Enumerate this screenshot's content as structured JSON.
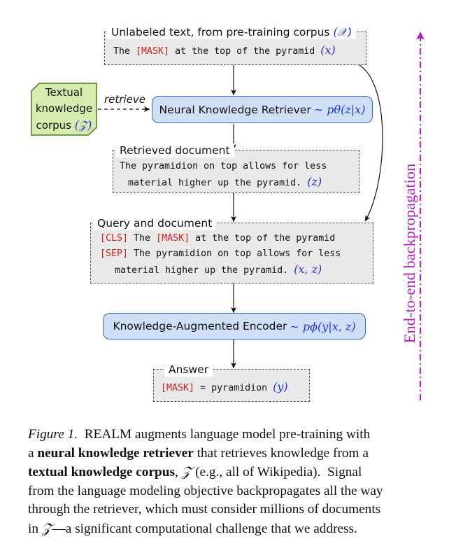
{
  "unlabeled": {
    "title": "Unlabeled text, from pre-training corpus",
    "title_var": "(𝒳)",
    "mask": "[MASK]",
    "pre": "The ",
    "post": " at the top of the pyramid ",
    "var": "(x)"
  },
  "corpus": {
    "line1": "Textual",
    "line2": "knowledge",
    "line3": "corpus",
    "var": "(𝒵)"
  },
  "retrieve_label": "retrieve",
  "retriever": {
    "label": "Neural Knowledge Retriever",
    "formula": "∼ pθ(z|x)"
  },
  "retrieved": {
    "title": "Retrieved document",
    "line1": "The pyramidion on top allows for less",
    "line2": "material higher up the pyramid. ",
    "var": "(z)"
  },
  "query": {
    "title": "Query and document",
    "cls": "[CLS]",
    "l1_a": " The ",
    "mask": "[MASK]",
    "l1_b": " at the top of the pyramid",
    "sep": "[SEP]",
    "l2": " The pyramidion on top allows for less",
    "l3": "material higher up the pyramid. ",
    "var": "(x, z)"
  },
  "encoder": {
    "label": "Knowledge-Augmented Encoder",
    "formula": "∼ pϕ(y|x, z)"
  },
  "answer": {
    "title": "Answer",
    "mask": "[MASK]",
    "eq": " = pyramidion ",
    "var": "(y)"
  },
  "backprop_label": "End-to-end backpropagation",
  "caption": {
    "fig_label": "Figure 1.",
    "l1_rest": "  REALM augments language model pre-training with",
    "l2_a": "a ",
    "l2_b": "neural knowledge retriever",
    "l2_c": " that retrieves knowledge from a",
    "l3_a": "textual knowledge corpus",
    "l3_b": ", ",
    "l3_z": "𝒵",
    "l3_c": " (e.g., all of Wikipedia).  Signal",
    "l4": "from the language modeling objective backpropagates all the way",
    "l5": "through the retriever, which must consider millions of documents",
    "l6_a": "in ",
    "l6_z": "𝒵",
    "l6_b": "—a significant computational challenge that we address."
  },
  "colors": {
    "mask_red": "#d11f1f",
    "var_blue": "#2233dd",
    "module_fill": "#cfe0f6",
    "module_border": "#3b63b8",
    "corpus_fill": "#d6ecae",
    "corpus_border": "#4d7a18",
    "backprop_purple": "#b01fbf"
  }
}
